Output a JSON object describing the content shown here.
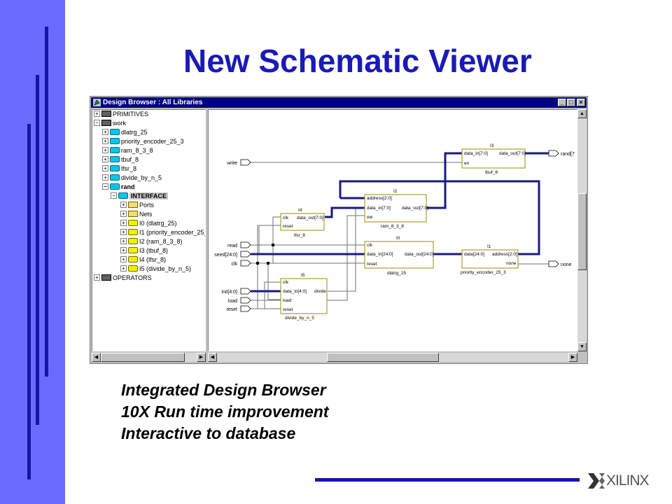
{
  "slide": {
    "title": "New Schematic Viewer",
    "bullets": [
      "Integrated Design Browser",
      "10X Run time improvement",
      "Interactive to database"
    ],
    "logo_text": "XILINX",
    "colors": {
      "band": "#6b6bff",
      "accent": "#1515a8",
      "title": "#1a1ab8"
    }
  },
  "window": {
    "title": "Design Browser : All Libraries",
    "minimize_icon": "minimize-icon",
    "maximize_icon": "maximize-icon",
    "close_icon": "close-icon"
  },
  "tree": {
    "items": [
      {
        "label": "PRIMITIVES",
        "icon": "library-icon",
        "expander": "+"
      },
      {
        "label": "work",
        "icon": "library-icon",
        "expander": "−"
      },
      {
        "label": "dlatrg_25",
        "icon": "cell-icon",
        "expander": "+"
      },
      {
        "label": "priority_encoder_25_3",
        "icon": "cell-icon",
        "expander": "+"
      },
      {
        "label": "ram_8_3_8",
        "icon": "cell-icon",
        "expander": "+"
      },
      {
        "label": "tbuf_8",
        "icon": "cell-icon",
        "expander": "+"
      },
      {
        "label": "lfsr_8",
        "icon": "cell-icon",
        "expander": "+"
      },
      {
        "label": "divide_by_n_5",
        "icon": "cell-icon",
        "expander": "+"
      },
      {
        "label": "rand",
        "icon": "cell-icon",
        "expander": "−"
      },
      {
        "label": "INTERFACE",
        "icon": "cell-icon",
        "expander": "−"
      },
      {
        "label": "Ports",
        "icon": "folder-icon",
        "expander": "+"
      },
      {
        "label": "Nets",
        "icon": "folder-icon",
        "expander": "+"
      },
      {
        "label": "I0 (dlatrg_25)",
        "icon": "instance-icon",
        "expander": "+"
      },
      {
        "label": "I1 (priority_encoder_25_",
        "icon": "instance-icon",
        "expander": "+"
      },
      {
        "label": "I2 (ram_8_3_8)",
        "icon": "instance-icon",
        "expander": "+"
      },
      {
        "label": "I3 (tbuf_8)",
        "icon": "instance-icon",
        "expander": "+"
      },
      {
        "label": "I4 (lfsr_8)",
        "icon": "instance-icon",
        "expander": "+"
      },
      {
        "label": "I5 (divide_by_n_5)",
        "icon": "instance-icon",
        "expander": "+"
      },
      {
        "label": "OPERATORS",
        "icon": "library-icon",
        "expander": "+"
      }
    ]
  },
  "schematic": {
    "ports_in": [
      "write",
      "read",
      "seed[24:0]",
      "clk",
      "init[4:0]",
      "load",
      "reset"
    ],
    "ports_out": [
      "rand[7",
      "none"
    ],
    "blocks": {
      "I3": {
        "inst": "I3",
        "name": "tbuf_8",
        "pins_left": [
          "data_in[7:0]",
          "en"
        ],
        "pins_right": [
          "data_out[7:0]"
        ]
      },
      "I2": {
        "inst": "I2",
        "name": "ram_8_3_8",
        "pins_left": [
          "address[2:0]",
          "data_in[7:0]",
          "we"
        ],
        "pins_right": [
          "data_out[7:0]"
        ]
      },
      "I4": {
        "inst": "I4",
        "name": "lfsr_8",
        "pins_left": [
          "clk",
          "reset"
        ],
        "pins_right": [
          "data_out[7:0]"
        ]
      },
      "I0": {
        "inst": "I0",
        "name": "dlatrg_25",
        "pins_left": [
          "clk",
          "data_in[24:0]",
          "reset"
        ],
        "pins_right": [
          "data_out[24:0]"
        ]
      },
      "I1": {
        "inst": "I1",
        "name": "priority_encoder_25_3",
        "pins_left": [
          "data[24:0]"
        ],
        "pins_right": [
          "address[2:0]",
          "none"
        ]
      },
      "I5": {
        "inst": "I5",
        "name": "divide_by_n_5",
        "pins_left": [
          "clk",
          "data_in[4:0]",
          "load",
          "reset"
        ],
        "pins_right": [
          "divide"
        ]
      }
    }
  }
}
